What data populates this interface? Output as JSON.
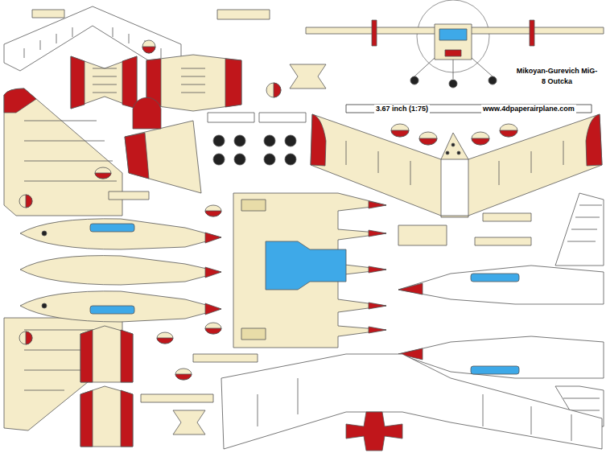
{
  "diagram": {
    "title": "Mikoyan-Gurevich MiG-8 Outcka",
    "labels": [
      "3.67 inch (1:75)",
      "www.4dpaperairplane.com"
    ]
  }
}
